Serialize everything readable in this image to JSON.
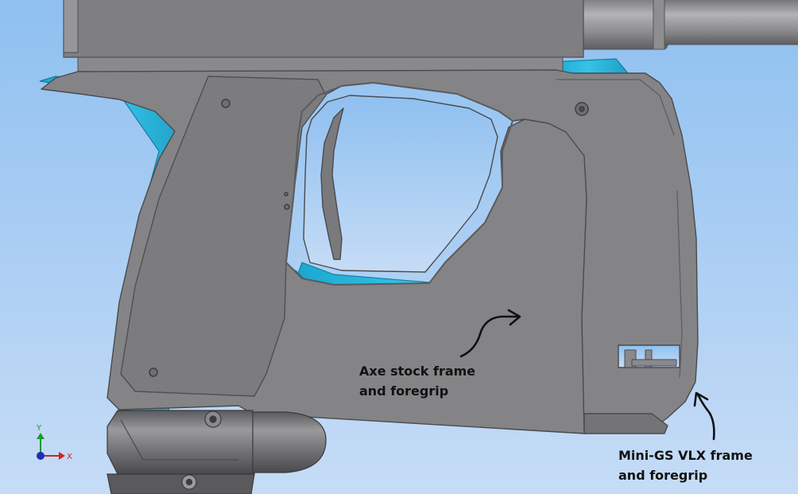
{
  "annotations": {
    "axe": {
      "line1": "Axe stock frame",
      "line2": "and foregrip"
    },
    "minigs": {
      "line1": "Mini-GS VLX frame",
      "line2": "and foregrip"
    }
  },
  "triad": {
    "x_label": "X",
    "y_label": "Y",
    "x_color": "#d42020",
    "y_color": "#1c9a2a",
    "origin_color": "#1a2fb5"
  },
  "colors": {
    "background_top": "#8fc0f0",
    "background_bottom": "#c6dcf6",
    "axe_frame": "#2bb7dc",
    "vlx_frame": "#7d7d80"
  }
}
